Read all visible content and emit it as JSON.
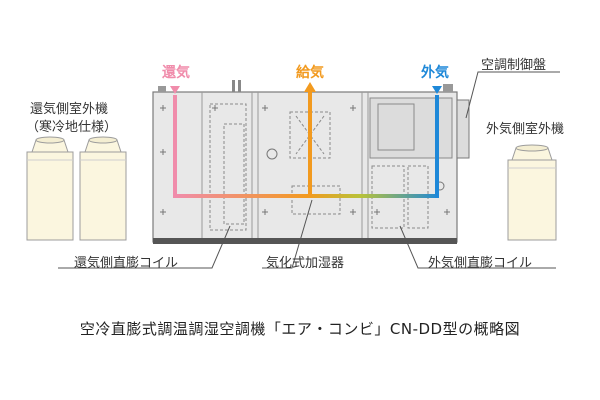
{
  "flows": {
    "return_air": "還気",
    "supply_air": "給気",
    "outside_air": "外気"
  },
  "labels": {
    "control_panel": "空調制御盤",
    "return_outdoor_unit_line1": "還気側室外機",
    "return_outdoor_unit_line2": "（寒冷地仕様）",
    "outside_outdoor_unit": "外気側室外機",
    "return_coil": "還気側直膨コイル",
    "humidifier": "気化式加湿器",
    "outside_coil": "外気側直膨コイル"
  },
  "caption": "空冷直膨式調温調湿空調機「エア・コンビ」CN-DD型の概略図",
  "colors": {
    "return_air": "#f08cab",
    "supply_air": "#f29a1f",
    "outside_air": "#1e88d8",
    "unit_body": "#e8e8e8",
    "outdoor_unit": "#fbf6df"
  }
}
